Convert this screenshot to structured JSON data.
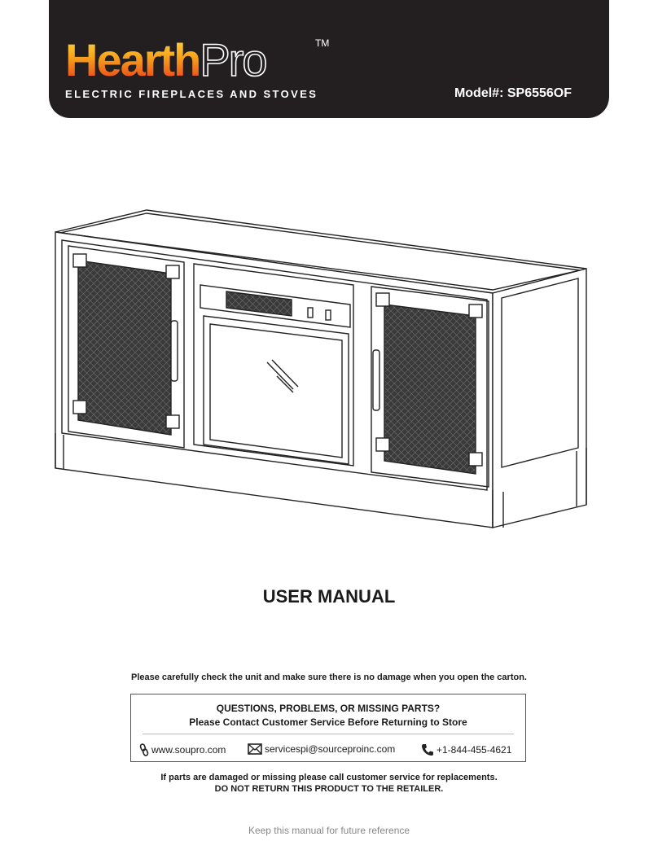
{
  "header": {
    "brand_part1": "Hearth",
    "brand_part2": "Pro",
    "trademark": "TM",
    "tagline": "ELECTRIC FIREPLACES AND STOVES",
    "model": "Model#: SP6556OF"
  },
  "title": "USER MANUAL",
  "check_notice": "Please carefully check the unit and make sure there is no damage when you open the carton.",
  "contact_box": {
    "line1": "QUESTIONS, PROBLEMS, OR MISSING PARTS?",
    "line2": "Please Contact Customer Service Before Returning to Store",
    "website": "www.soupro.com",
    "email": "servicespi@sourceproinc.com",
    "phone": "+1-844-455-4621"
  },
  "warning_line1": "If parts are damaged or missing please call customer service for replacements.",
  "warning_line2": "DO NOT RETURN THIS PRODUCT TO THE RETAILER.",
  "footer": "Keep this manual for future reference",
  "colors": {
    "header_bg": "#231f20",
    "logo_gradient_top": "#ffe14a",
    "logo_gradient_bottom": "#e8321c"
  },
  "icons": [
    "link-icon",
    "mail-icon",
    "phone-icon"
  ]
}
